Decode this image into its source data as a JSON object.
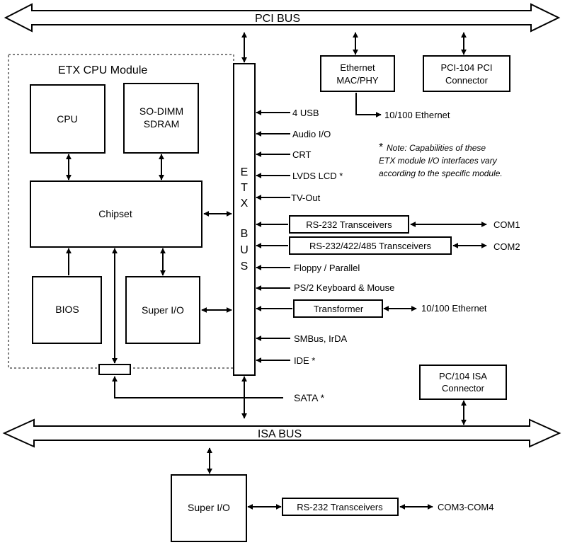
{
  "buses": {
    "pci": "PCI BUS",
    "isa": "ISA BUS",
    "etx_letters": [
      "E",
      "T",
      "X",
      "B",
      "U",
      "S"
    ]
  },
  "module": {
    "title": "ETX CPU Module",
    "cpu": "CPU",
    "sodimm_line1": "SO-DIMM",
    "sodimm_line2": "SDRAM",
    "chipset": "Chipset",
    "bios": "BIOS",
    "superio": "Super I/O"
  },
  "top": {
    "ethernet_line1": "Ethernet",
    "ethernet_line2": "MAC/PHY",
    "ethernet_out": "10/100 Ethernet",
    "pci104_line1": "PCI-104 PCI",
    "pci104_line2": "Connector"
  },
  "interfaces": {
    "usb": "4 USB",
    "audio": "Audio I/O",
    "crt": "CRT",
    "lvds": "LVDS LCD *",
    "tvout": "TV-Out",
    "rs232": "RS-232 Transceivers",
    "com1": "COM1",
    "rs422": "RS-232/422/485 Transceivers",
    "com2": "COM2",
    "floppy": "Floppy / Parallel",
    "ps2": "PS/2 Keyboard & Mouse",
    "transformer": "Transformer",
    "eth2": "10/100 Ethernet",
    "smbus": "SMBus, IrDA",
    "ide": "IDE *",
    "sata": "SATA *"
  },
  "note": {
    "star": "*",
    "line1": "Note:  Capabilities of these",
    "line2": "ETX module I/O interfaces vary",
    "line3": "according to the specific module."
  },
  "isa_side": {
    "pc104_line1": "PC/104 ISA",
    "pc104_line2": "Connector",
    "superio": "Super I/O",
    "rs232": "RS-232 Transceivers",
    "com34": "COM3-COM4"
  }
}
